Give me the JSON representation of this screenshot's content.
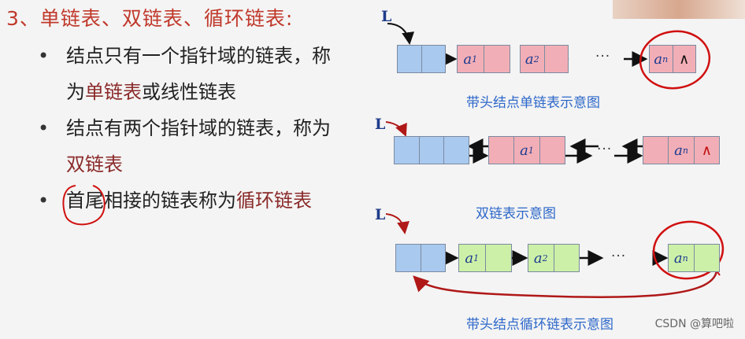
{
  "title": "3、单链表、双链表、循环链表:",
  "bullets": [
    {
      "line1": "结点只有一个指针域的链表，称",
      "line2a": "为",
      "line2b": "单链表",
      "line2c": "或线性链表"
    },
    {
      "line1": "结点有两个指针域的链表，称为",
      "line2": "双链表"
    },
    {
      "part1": "首尾",
      "part2": "相接的链表称为",
      "part3": "循环链表"
    }
  ],
  "diagram": {
    "head_label": "L",
    "single": {
      "nodes": [
        "a",
        "a",
        "a"
      ],
      "subs": [
        "1",
        "2",
        "n"
      ],
      "ellipsis": "···",
      "null_symbol": "∧",
      "caption": "带头结点单链表示意图"
    },
    "double": {
      "nodes": [
        "a",
        "a"
      ],
      "subs": [
        "1",
        "n"
      ],
      "ellipsis": "···",
      "null_symbol": "∧",
      "caption": "双链表示意图"
    },
    "circular": {
      "nodes": [
        "a",
        "a",
        "a"
      ],
      "subs": [
        "1",
        "2",
        "n"
      ],
      "ellipsis": "···",
      "caption": "带头结点循环链表示意图"
    }
  },
  "watermark": "CSDN @算吧啦"
}
